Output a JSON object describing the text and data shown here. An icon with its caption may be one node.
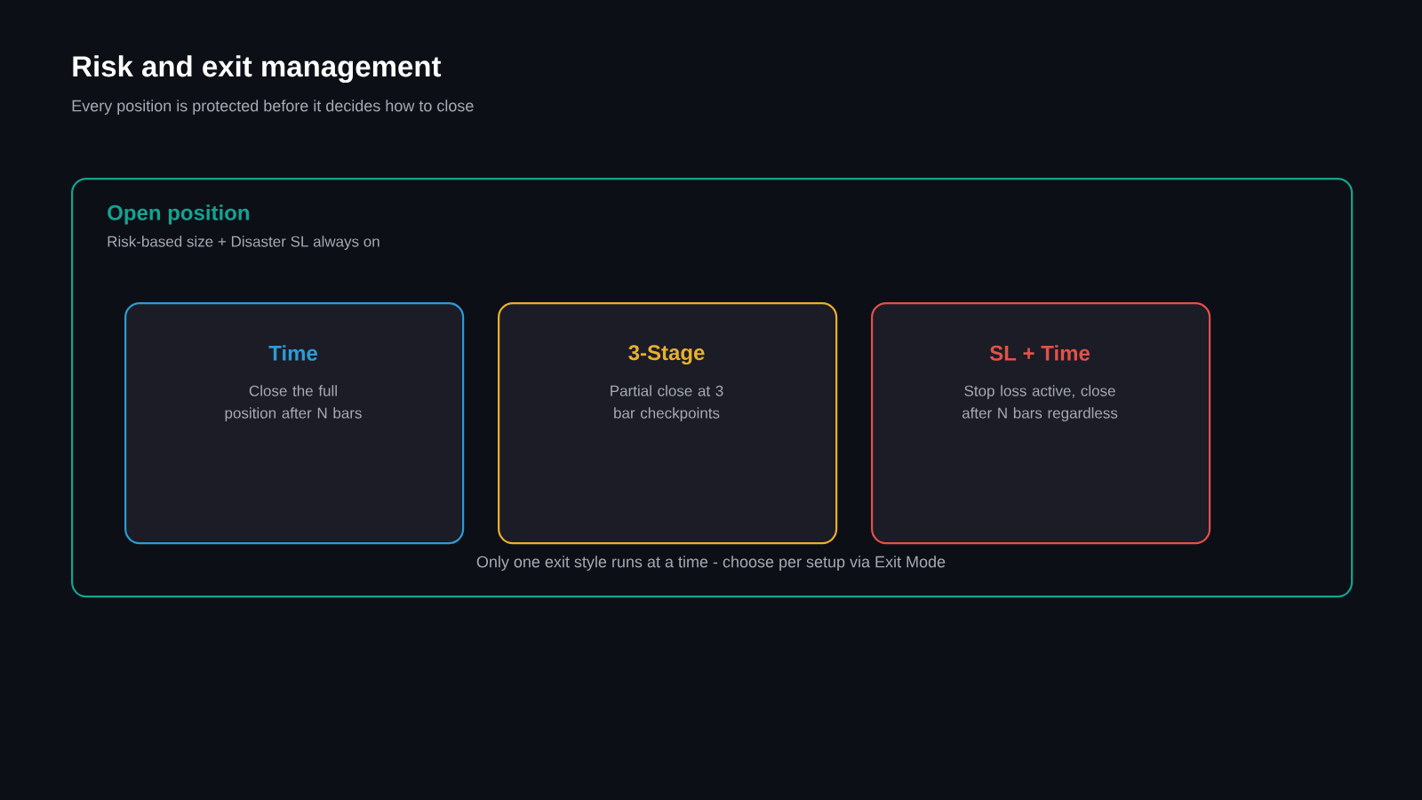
{
  "diagram": {
    "title": "Risk and exit management",
    "nodes": [
      {
        "text": [
          "Open position",
          "Risk-based size + Disaster SL always on"
        ]
      },
      {
        "text": [
          "Time",
          "Close the full position after N bars"
        ],
        "in": 0
      },
      {
        "text": [
          "3-Stage",
          "Partial close at 3 bar checkpoints"
        ],
        "in": 0
      },
      {
        "text": [
          "SL + Time",
          "Stop loss active, close after N bars regardless"
        ],
        "in": 0
      }
    ],
    "edges": [],
    "labels": [
      "Every position is protected before it decides how to close",
      "Only one exit style runs at a time - choose per setup via Exit Mode"
    ]
  }
}
